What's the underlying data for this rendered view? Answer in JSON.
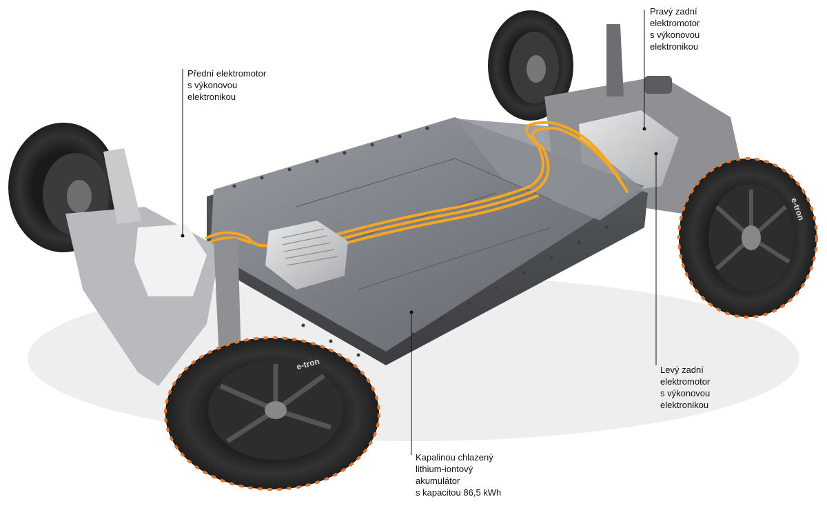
{
  "labels": {
    "front_motor": {
      "lines": [
        "Přední elektromotor",
        "s výkonovou",
        "elektronikou"
      ]
    },
    "rear_right_motor": {
      "lines": [
        "Pravý zadní",
        "elektromotor",
        "s výkonovou",
        "elektronikou"
      ]
    },
    "rear_left_motor": {
      "lines": [
        "Levý zadní",
        "elektromotor",
        "s výkonovou",
        "elektronikou"
      ]
    },
    "battery": {
      "lines": [
        "Kapalinou chlazený",
        "lithium-iontový",
        "akumulátor",
        "s kapacitou 86,5 kWh"
      ]
    }
  },
  "tire_branding": "e-tron",
  "colors": {
    "cables": "#f5a623",
    "battery": "#7a7d82",
    "tire": "#2a2a2a",
    "tire_accent": "#e8742a",
    "callout_line": "#111111"
  }
}
